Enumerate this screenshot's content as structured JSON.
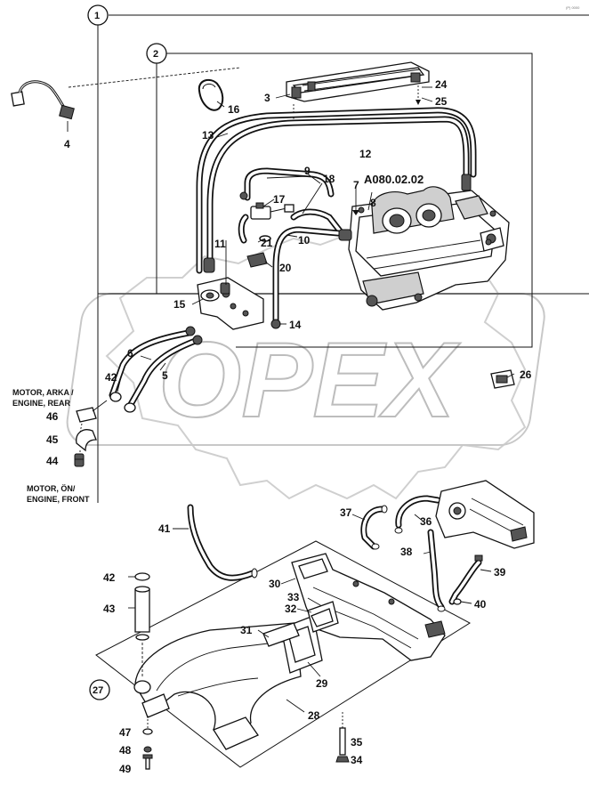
{
  "sheet_code": "(P) 0000",
  "watermark": "OPEX",
  "group_labels": {
    "group_1": "1",
    "group_2": "2",
    "group_27": "27"
  },
  "assembly_ref": "A080.02.02",
  "notes": {
    "rear_line1": "MOTOR, ARKA /",
    "rear_line2": "ENGINE, REAR",
    "front_line1": "MOTOR, ÖN/",
    "front_line2": "ENGINE, FRONT"
  },
  "parts": {
    "p3": "3",
    "p4": "4",
    "p5": "5",
    "p6": "6",
    "p7": "7",
    "p8": "8",
    "p9": "9",
    "p10": "10",
    "p11": "11",
    "p12": "12",
    "p13": "13",
    "p14": "14",
    "p15": "15",
    "p16": "16",
    "p17": "17",
    "p18": "18",
    "p20": "20",
    "p21": "21",
    "p24": "24",
    "p25": "25",
    "p26": "26",
    "p28": "28",
    "p29": "29",
    "p30": "30",
    "p31": "31",
    "p32": "32",
    "p33": "33",
    "p34": "34",
    "p35": "35",
    "p36": "36",
    "p37": "37",
    "p38": "38",
    "p39": "39",
    "p40": "40",
    "p41": "41",
    "p42a": "42",
    "p42b": "42",
    "p43": "43",
    "p44": "44",
    "p45": "45",
    "p46": "46",
    "p47": "47",
    "p48": "48",
    "p49": "49"
  }
}
